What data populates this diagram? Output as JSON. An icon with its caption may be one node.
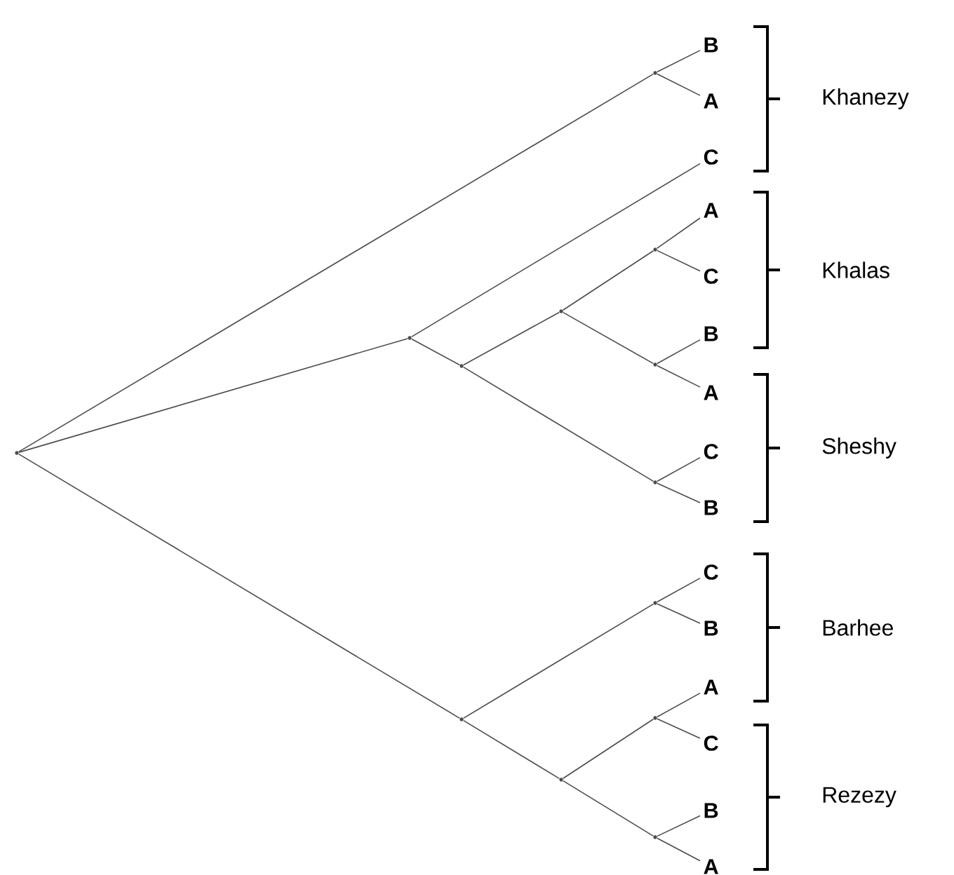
{
  "diagram": {
    "nodes": [
      {
        "text": [
          "B"
        ]
      },
      {
        "text": [
          "A"
        ]
      },
      {
        "text": [
          "C"
        ]
      },
      {
        "text": [
          "A"
        ]
      },
      {
        "text": [
          "C"
        ]
      },
      {
        "text": [
          "B"
        ]
      },
      {
        "text": [
          "A"
        ]
      },
      {
        "text": [
          "C"
        ]
      },
      {
        "text": [
          "B"
        ]
      },
      {
        "text": [
          "C"
        ]
      },
      {
        "text": [
          "B"
        ]
      },
      {
        "text": [
          "A"
        ]
      },
      {
        "text": [
          "C"
        ]
      },
      {
        "text": [
          "B"
        ]
      },
      {
        "text": [
          "A"
        ]
      },
      {
        "text": [],
        "shape": "point"
      },
      {
        "text": [],
        "shape": "point"
      },
      {
        "text": [],
        "shape": "point"
      },
      {
        "text": [],
        "shape": "point"
      },
      {
        "text": [],
        "shape": "point"
      },
      {
        "text": [],
        "shape": "point"
      },
      {
        "text": [],
        "shape": "point"
      },
      {
        "text": [],
        "shape": "point"
      },
      {
        "text": [],
        "shape": "point"
      },
      {
        "text": [],
        "shape": "point"
      },
      {
        "text": [],
        "shape": "point"
      },
      {
        "text": [],
        "shape": "point"
      },
      {
        "text": [],
        "shape": "point"
      }
    ],
    "edges": [
      {
        "from": 15,
        "to": 16,
        "arrow": "none"
      },
      {
        "from": 16,
        "to": 0,
        "arrow": "none"
      },
      {
        "from": 16,
        "to": 1,
        "arrow": "none"
      },
      {
        "from": 15,
        "to": 17,
        "arrow": "none"
      },
      {
        "from": 17,
        "to": 2,
        "arrow": "none"
      },
      {
        "from": 17,
        "to": 18,
        "arrow": "none"
      },
      {
        "from": 18,
        "to": 19,
        "arrow": "none"
      },
      {
        "from": 19,
        "to": 20,
        "arrow": "none"
      },
      {
        "from": 20,
        "to": 3,
        "arrow": "none"
      },
      {
        "from": 20,
        "to": 4,
        "arrow": "none"
      },
      {
        "from": 19,
        "to": 21,
        "arrow": "none"
      },
      {
        "from": 21,
        "to": 5,
        "arrow": "none"
      },
      {
        "from": 21,
        "to": 6,
        "arrow": "none"
      },
      {
        "from": 18,
        "to": 22,
        "arrow": "none"
      },
      {
        "from": 22,
        "to": 7,
        "arrow": "none"
      },
      {
        "from": 22,
        "to": 8,
        "arrow": "none"
      },
      {
        "from": 15,
        "to": 23,
        "arrow": "none"
      },
      {
        "from": 23,
        "to": 24,
        "arrow": "none"
      },
      {
        "from": 24,
        "to": 9,
        "arrow": "none"
      },
      {
        "from": 24,
        "to": 10,
        "arrow": "none"
      },
      {
        "from": 23,
        "to": 25,
        "arrow": "none"
      },
      {
        "from": 25,
        "to": 26,
        "arrow": "none"
      },
      {
        "from": 26,
        "to": 11,
        "arrow": "none"
      },
      {
        "from": 26,
        "to": 12,
        "arrow": "none"
      },
      {
        "from": 25,
        "to": 27,
        "arrow": "none"
      },
      {
        "from": 27,
        "to": 13,
        "arrow": "none"
      },
      {
        "from": 27,
        "to": 14,
        "arrow": "none"
      }
    ],
    "labels": [
      "Khanezy",
      "Khalas",
      "Sheshy",
      "Barhee",
      "Rezezy"
    ]
  }
}
